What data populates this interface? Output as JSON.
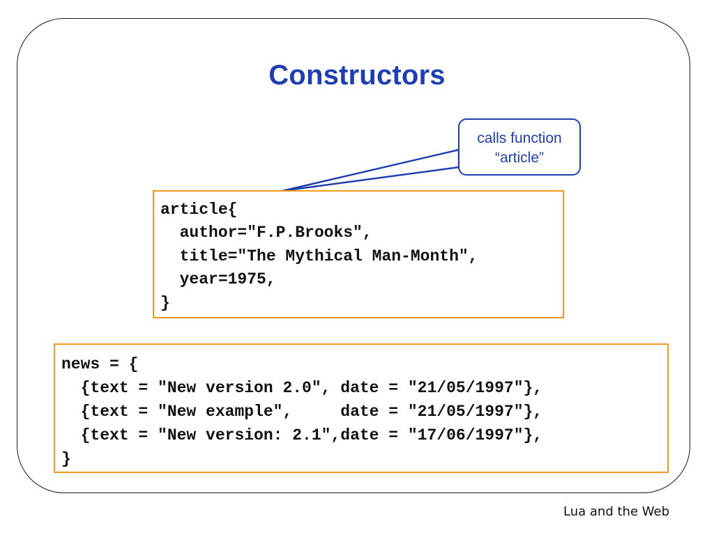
{
  "slide": {
    "title": "Constructors",
    "callout": {
      "line1": "calls function",
      "line2": "“article”"
    },
    "article_code": [
      "article{",
      "  author=\"F.P.Brooks\",",
      "  title=\"The Mythical Man-Month\",",
      "  year=1975,",
      "}"
    ],
    "news_code": [
      "news = {",
      "  {text = \"New version 2.0\", date = \"21/05/1997\"},",
      "  {text = \"New example\",     date = \"21/05/1997\"},",
      "  {text = \"New version: 2.1\",date = \"17/06/1997\"},",
      "}"
    ],
    "footer": "Lua and the Web"
  },
  "colors": {
    "title": "#1f3fb0",
    "callout": "#1f3fb0",
    "code_border": "#f19a1d"
  }
}
